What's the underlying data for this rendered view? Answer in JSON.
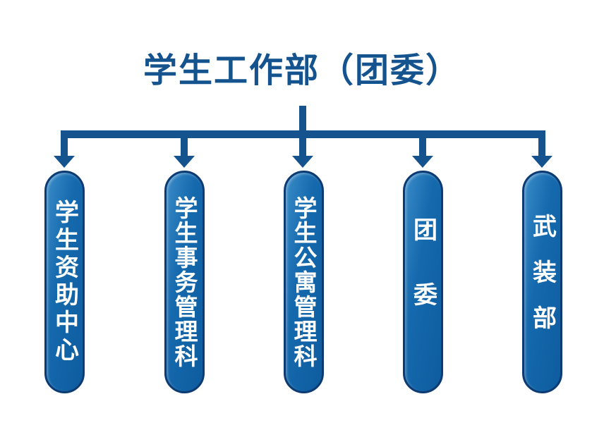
{
  "title": {
    "text": "学生工作部（团委）",
    "color": "#15538F"
  },
  "connector": {
    "color": "#15538F",
    "arrow_count": 5,
    "arrow_icon": "arrow-down-icon"
  },
  "boxes": [
    {
      "label": "学生资助中心"
    },
    {
      "label": "学生事务管理科"
    },
    {
      "label": "学生公寓管理科"
    },
    {
      "label": "团委"
    },
    {
      "label": "武装部"
    }
  ],
  "box_style": {
    "fill": "#1569AD",
    "border": "#0C3B73",
    "text_color": "#FFFFFF"
  },
  "background_color": "#FFFFFF"
}
